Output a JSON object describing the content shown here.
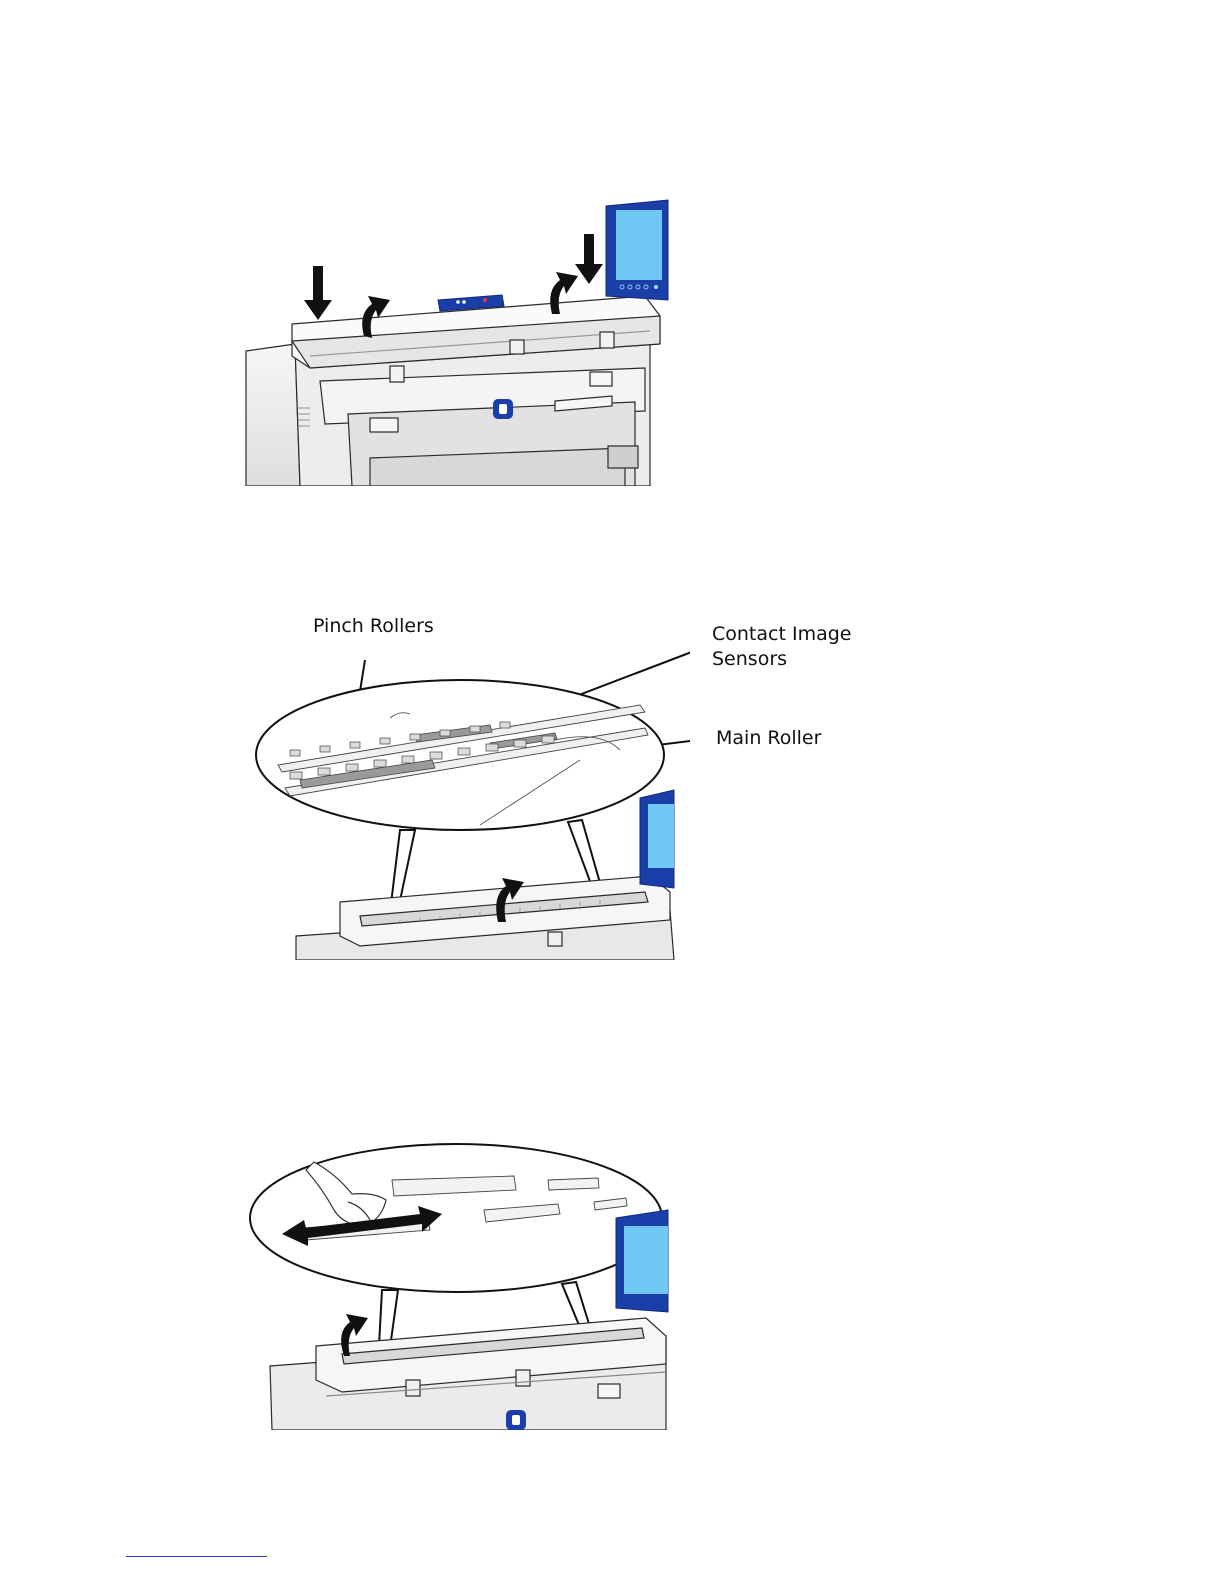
{
  "figures": [
    {
      "id": "open-scanner-lid",
      "labels": []
    },
    {
      "id": "scanner-interior",
      "labels": [
        {
          "key": "pinch",
          "text": "Pinch Rollers"
        },
        {
          "key": "cis_line1",
          "text": "Contact Image"
        },
        {
          "key": "cis_line2",
          "text": "Sensors"
        },
        {
          "key": "main",
          "text": "Main Roller"
        }
      ]
    },
    {
      "id": "clean-glass",
      "labels": []
    }
  ],
  "colors": {
    "screen_frame": "#1a3fa8",
    "screen_glass": "#6fc8f4",
    "machine_body": "#ebebeb",
    "outline": "#2a2a2a",
    "footer_link_rule": "#2b3fc4"
  }
}
